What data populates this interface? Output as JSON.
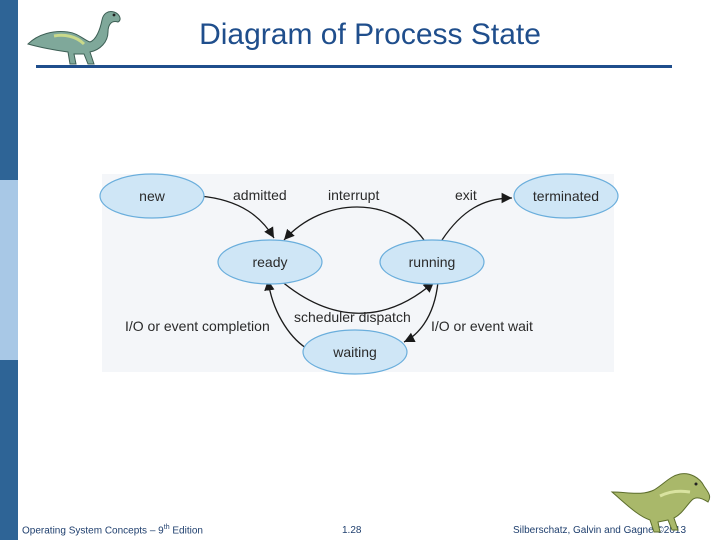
{
  "slide": {
    "title": "Diagram of Process State"
  },
  "diagram": {
    "states": [
      "new",
      "ready",
      "running",
      "waiting",
      "terminated"
    ],
    "transitions": {
      "admitted": "admitted",
      "interrupt": "interrupt",
      "exit": "exit",
      "scheduler_dispatch": "scheduler dispatch",
      "io_event_completion": "I/O or event completion",
      "io_event_wait": "I/O or event wait"
    },
    "colors": {
      "node_fill": "#cfe6f6",
      "node_stroke": "#6aaedc",
      "arrow": "#1a1a1a",
      "background": "#f4f6f9"
    }
  },
  "footer": {
    "left_prefix": "Operating System Concepts – 9",
    "left_sup": "th",
    "left_suffix": " Edition",
    "page_number": "1.28",
    "right": "Silberschatz, Galvin and Gagne ©2013"
  }
}
